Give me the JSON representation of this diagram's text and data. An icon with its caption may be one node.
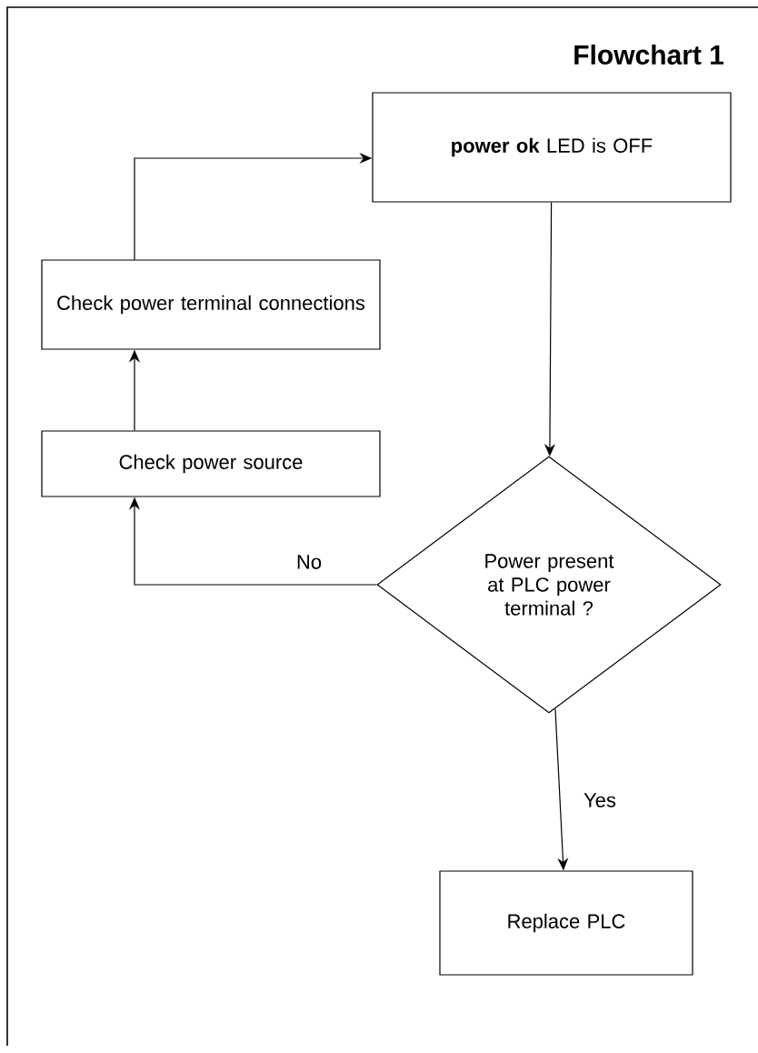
{
  "diagram": {
    "title": "Flowchart 1",
    "nodes": [
      {
        "text": [
          "**power ok** LED is OFF"
        ]
      },
      {
        "text": [
          "Check power terminal connections"
        ]
      },
      {
        "text": [
          "Check power source"
        ]
      },
      {
        "text": [
          "Power present at PLC power terminal ?"
        ]
      },
      {
        "text": [
          "Replace PLC"
        ]
      }
    ],
    "edges": [
      {
        "from": 0,
        "to": 3,
        "arrow": "to"
      },
      {
        "from": 3,
        "to": 2,
        "arrow": "to",
        "label": "No"
      },
      {
        "from": 2,
        "to": 1,
        "arrow": "to"
      },
      {
        "from": 1,
        "to": 0,
        "arrow": "to"
      },
      {
        "from": 3,
        "to": 4,
        "arrow": "to",
        "label": "Yes"
      }
    ]
  }
}
